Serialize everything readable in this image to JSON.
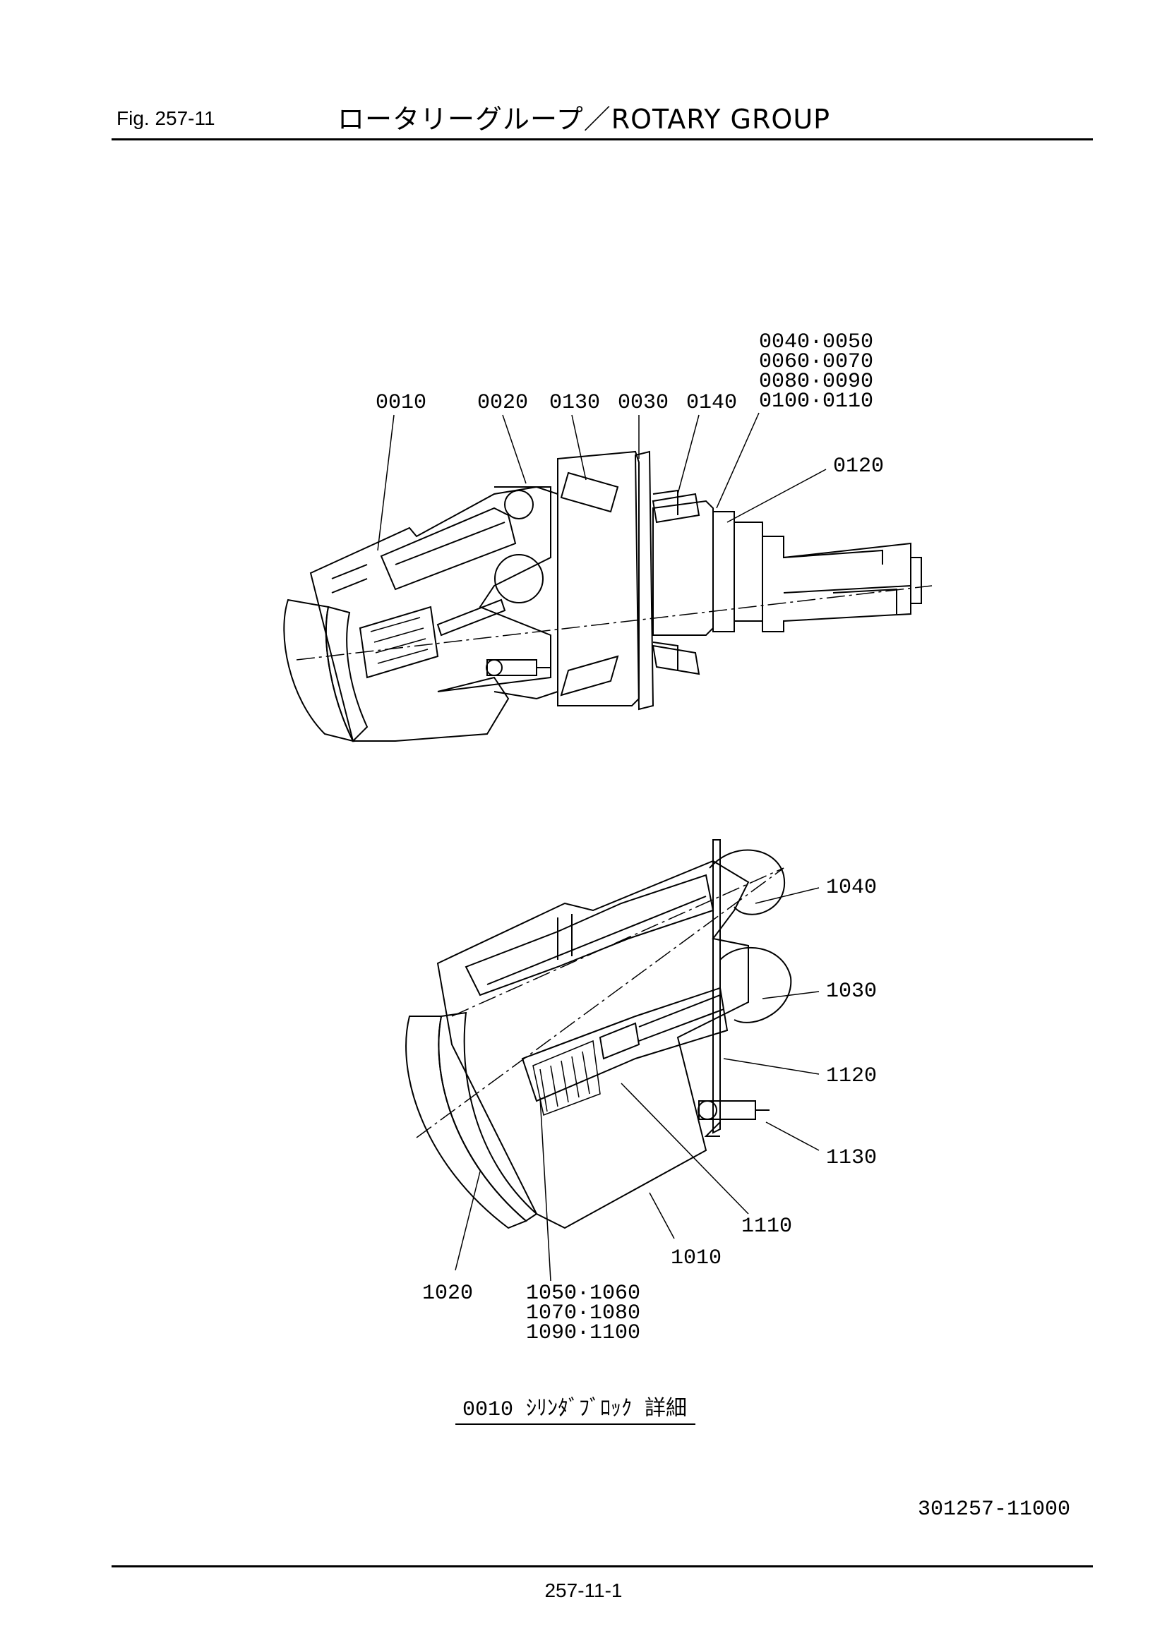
{
  "header": {
    "fig_label": "Fig. 257-11",
    "title": "ロータリーグループ／ROTARY GROUP"
  },
  "top_diagram": {
    "labels": {
      "l0010": "0010",
      "l0020": "0020",
      "l0130": "0130",
      "l0030": "0030",
      "l0140": "0140",
      "l0040_0050": "0040·0050",
      "l0060_0070": "0060·0070",
      "l0080_0090": "0080·0090",
      "l0100_0110": "0100·0110",
      "l0120": "0120"
    }
  },
  "detail_diagram": {
    "labels": {
      "l1040": "1040",
      "l1030": "1030",
      "l1120": "1120",
      "l1130": "1130",
      "l1110": "1110",
      "l1010": "1010",
      "l1020": "1020",
      "l1050_1060": "1050·1060",
      "l1070_1080": "1070·1080",
      "l1090_1100": "1090·1100"
    },
    "caption": "0010 ｼﾘﾝﾀﾞﾌﾞﾛｯｸ 詳細"
  },
  "footer": {
    "drawing_number": "301257-11000",
    "page_number": "257-11-1"
  }
}
